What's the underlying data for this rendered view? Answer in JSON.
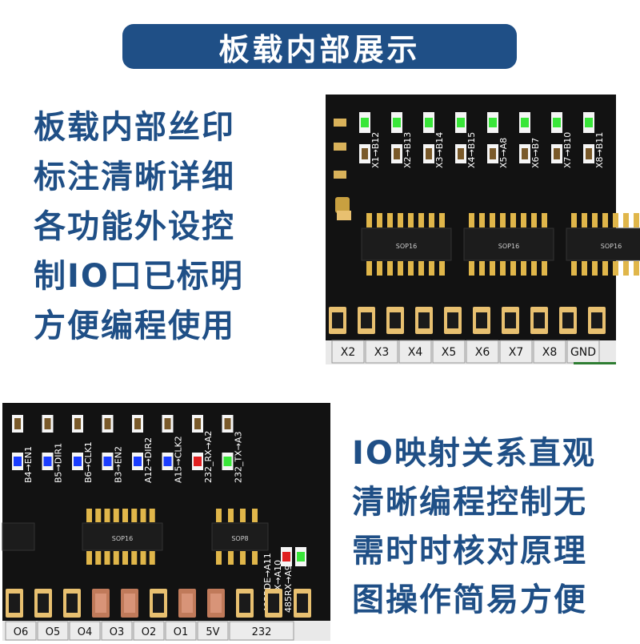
{
  "banner": {
    "title": "板载内部展示"
  },
  "left_text": {
    "lines": [
      "板载内部丝印",
      "标注清晰详细",
      "各功能外设控",
      "制IO口已标明",
      "方便编程使用"
    ]
  },
  "right_text": {
    "lines": [
      "IO映射关系直观",
      "清晰编程控制无",
      "需时时核对原理",
      "图操作简易方便"
    ]
  },
  "pcb_top": {
    "labels": [
      "X1→B12",
      "X2→B13",
      "X3→B14",
      "X4→B15",
      "X5→A8",
      "X6→B7",
      "X7→B10",
      "X8→B11"
    ],
    "chips": [
      "SOP16",
      "SOP16",
      "SOP16"
    ],
    "terminals": [
      "X2",
      "X3",
      "X4",
      "X5",
      "X6",
      "X7",
      "X8",
      "GND"
    ],
    "led_color": "#39e639"
  },
  "pcb_bottom": {
    "labels": [
      "B4→EN1",
      "B5→DIR1",
      "B6→CLK1",
      "B3→EN2",
      "A12→DIR2",
      "A15→CLK2",
      "232_RX→A2",
      "232_TX→A3"
    ],
    "side_labels": [
      "485RDE→A11",
      "485TX→A10",
      "485RX→A9"
    ],
    "chips": [
      "SOP16",
      "SOP8"
    ],
    "terminals": [
      "O6",
      "O5",
      "O4",
      "O3",
      "O2",
      "O1",
      "5V",
      "232"
    ],
    "led_blue": "#1a3dff",
    "led_red": "#e02020",
    "led_green": "#39e639"
  }
}
